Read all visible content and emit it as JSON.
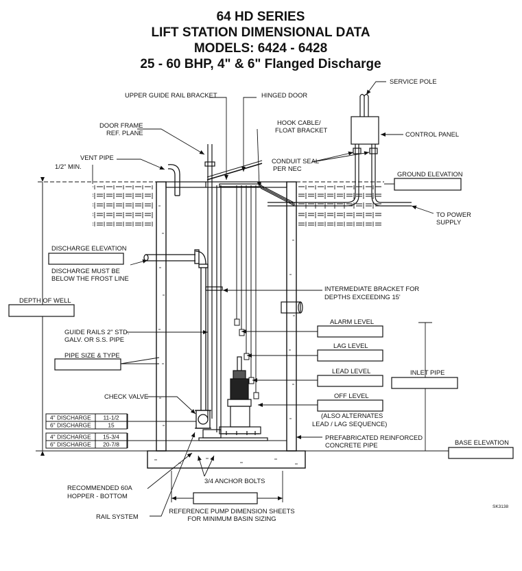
{
  "title": {
    "line1": "64 HD SERIES",
    "line2": "LIFT STATION DIMENSIONAL DATA",
    "line3": "MODELS:  6424 - 6428",
    "line4": "25 - 60 BHP, 4\" & 6\" Flanged Discharge"
  },
  "labels": {
    "upper_guide_rail_bracket": "UPPER GUIDE RAIL BRACKET",
    "hinged_door": "HINGED DOOR",
    "service_pole": "SERVICE POLE",
    "door_frame_1": "DOOR FRAME",
    "door_frame_2": "REF. PLANE",
    "hook_cable_1": "HOOK CABLE/",
    "hook_cable_2": "FLOAT BRACKET",
    "control_panel": "CONTROL PANEL",
    "vent_pipe": "VENT PIPE",
    "half_inch_min": "1/2\" MIN.",
    "conduit_seal_1": "CONDUIT SEAL",
    "conduit_seal_2": "PER NEC",
    "ground_elevation": "GROUND ELEVATION",
    "to_power_1": "TO POWER",
    "to_power_2": "SUPPLY",
    "discharge_elevation": "DISCHARGE ELEVATION",
    "frost_1": "DISCHARGE MUST BE",
    "frost_2": "BELOW THE FROST LINE",
    "intermediate_1": "INTERMEDIATE BRACKET FOR",
    "intermediate_2": "DEPTHS EXCEEDING 15'",
    "depth_of_well": "DEPTH OF WELL",
    "alarm_level": "ALARM LEVEL",
    "guide_rails_1": "GUIDE RAILS 2\" STD.",
    "guide_rails_2": "GALV. OR S.S. PIPE",
    "lag_level": "LAG LEVEL",
    "pipe_size": "PIPE SIZE & TYPE",
    "lead_level": "LEAD LEVEL",
    "inlet_pipe": "INLET PIPE",
    "check_valve": "CHECK VALVE",
    "off_level": "OFF LEVEL",
    "alternates_1": "(ALSO ALTERNATES",
    "alternates_2": "LEAD / LAG SEQUENCE)",
    "prefab_1": "PREFABRICATED REINFORCED",
    "prefab_2": "CONCRETE PIPE",
    "base_elevation": "BASE ELEVATION",
    "recommended_1": "RECOMMENDED 60A",
    "recommended_2": "HOPPER - BOTTOM",
    "anchor_bolts": "3/4 ANCHOR BOLTS",
    "rail_system": "RAIL SYSTEM",
    "reference_1": "REFERENCE PUMP DIMENSION SHEETS",
    "reference_2": "FOR MINIMUM BASIN SIZING",
    "drawing_no": "SK3138"
  },
  "dim_table_top": [
    {
      "label": "4\" DISCHARGE",
      "value": "11-1/2"
    },
    {
      "label": "6\" DISCHARGE",
      "value": "15"
    }
  ],
  "dim_table_bottom": [
    {
      "label": "4\" DISCHARGE",
      "value": "15-3/4"
    },
    {
      "label": "6\" DISCHARGE",
      "value": "20-7/8"
    }
  ],
  "colors": {
    "ink": "#111111",
    "background": "#ffffff"
  }
}
